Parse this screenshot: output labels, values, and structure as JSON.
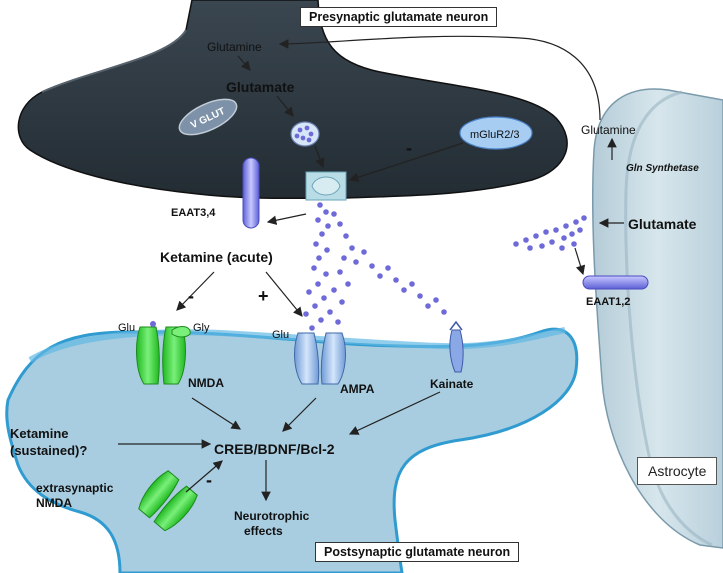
{
  "labels": {
    "presynaptic": "Presynaptic glutamate neuron",
    "postsynaptic": "Postsynaptic glutamate neuron",
    "astrocyte": "Astrocyte",
    "glutamine_pre": "Glutamine",
    "glutamate_pre": "Glutamate",
    "vglut": "V GLUT",
    "mglur": "mGluR2/3",
    "minus_mglur": "-",
    "eaat34": "EAAT3,4",
    "ketamine_acute": "Ketamine (acute)",
    "minus_left": "-",
    "plus_right": "+",
    "glu1": "Glu",
    "gly": "Gly",
    "glu2": "Glu",
    "nmda": "NMDA",
    "ampa": "AMPA",
    "kainate": "Kainate",
    "ketamine_sustained_1": "Ketamine",
    "ketamine_sustained_2": "(sustained)?",
    "creb": "CREB/BDNF/Bcl-2",
    "minus_extra": "-",
    "extrasyn_1": "extrasynaptic",
    "extrasyn_2": "NMDA",
    "neuro_1": "Neurotrophic",
    "neuro_2": "effects",
    "glutamine_astro": "Glutamine",
    "gln_synthetase": "Gln Synthetase",
    "glutamate_astro": "Glutamate",
    "eaat12": "EAAT1,2"
  },
  "colors": {
    "presynaptic_fill": "#2e3a44",
    "postsynaptic_fill": "#a9cde0",
    "postsynaptic_edge": "#2f9bd0",
    "astrocyte_fill": "#c9dde6",
    "glutamate_dot": "#6e6bd9",
    "nmda_green": "#37d437",
    "ampa_blue": "#8fb6e8",
    "transporter": "#8b8cf0"
  },
  "icons": [
    "vglut-vesicle",
    "mglur-receptor",
    "eaat-transporter",
    "nmda-receptor",
    "ampa-receptor",
    "kainate-receptor",
    "extrasynaptic-nmda-receptor"
  ]
}
